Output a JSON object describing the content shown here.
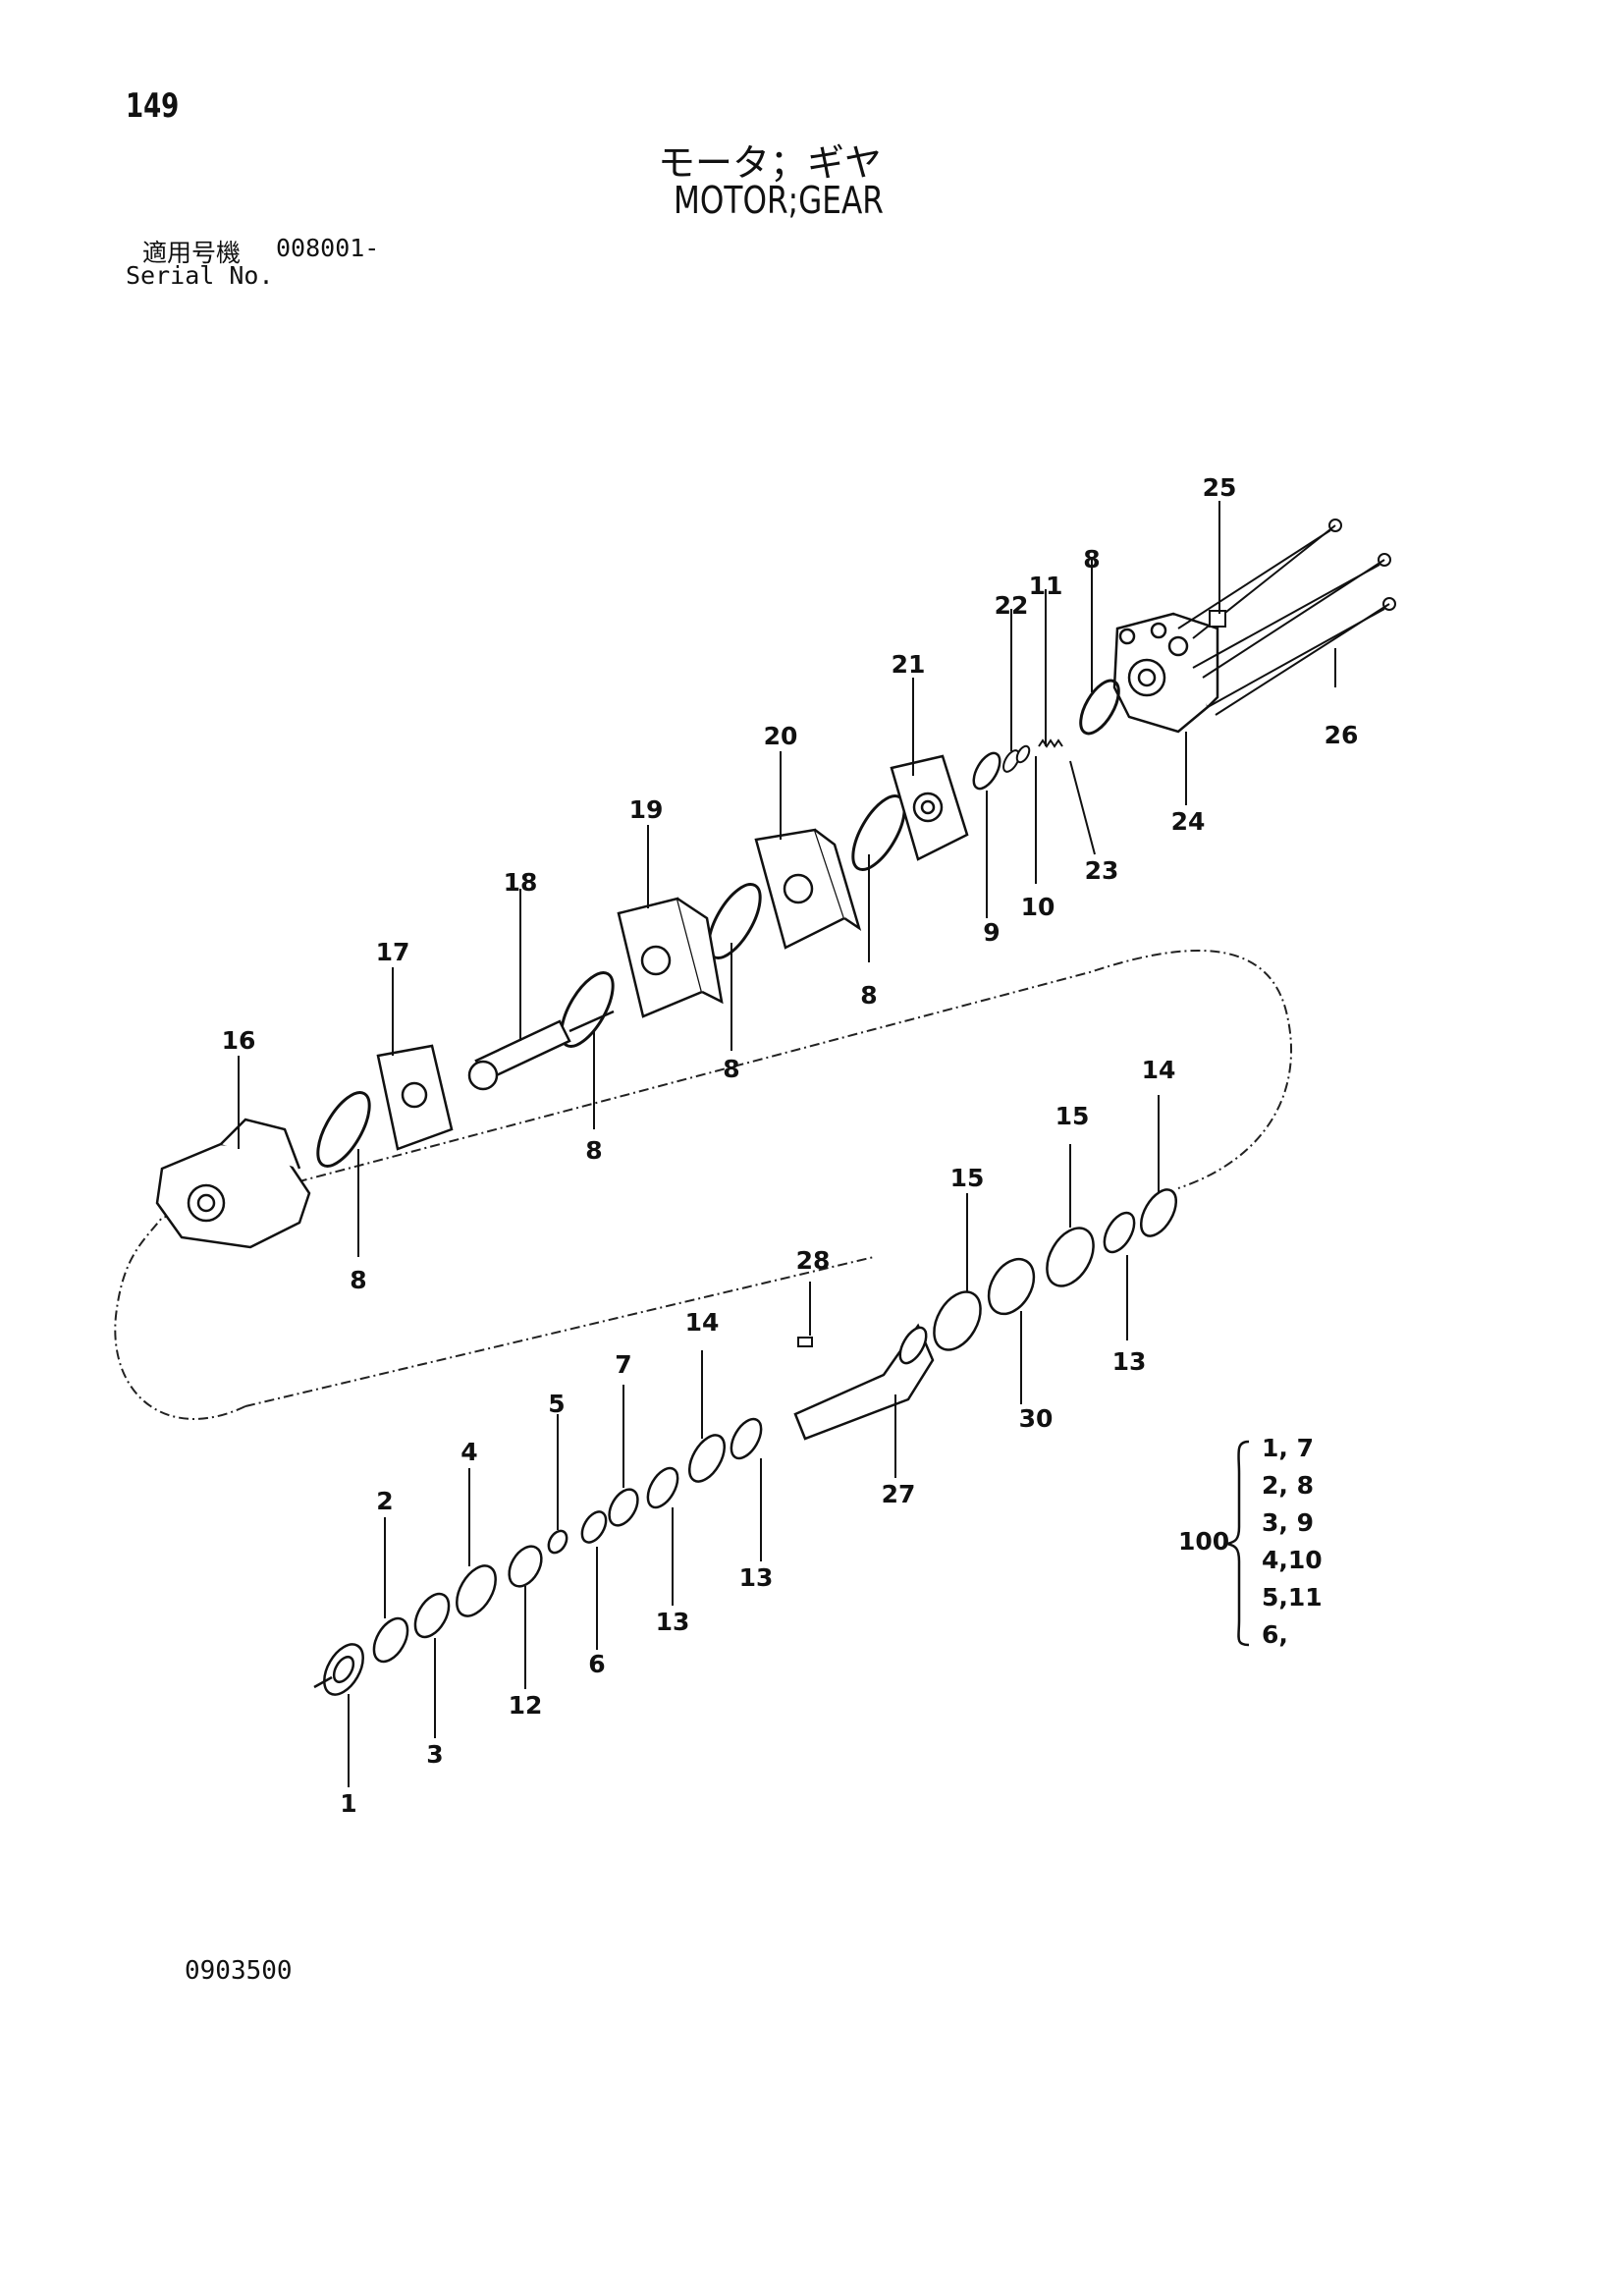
{
  "header": {
    "page_number": "149",
    "title_jp": "モータ；ギヤ",
    "title_en": "MOTOR;GEAR",
    "serial_label_jp": "適用号機",
    "serial_value": "008001-",
    "serial_label_en": "Serial No."
  },
  "footer": {
    "drawing_number": "0903500"
  },
  "callouts": [
    "25",
    "8",
    "11",
    "22",
    "26",
    "24",
    "23",
    "21",
    "10",
    "9",
    "20",
    "8",
    "19",
    "18",
    "8",
    "17",
    "8",
    "16",
    "8",
    "14",
    "15",
    "15",
    "13",
    "28",
    "30",
    "14",
    "7",
    "5",
    "4",
    "2",
    "13",
    "27",
    "13",
    "6",
    "12",
    "3",
    "1"
  ],
  "kit": {
    "number": "100",
    "items": [
      "1, 7",
      "2, 8",
      "3, 9",
      "4,10",
      "5,11",
      "6,"
    ]
  }
}
